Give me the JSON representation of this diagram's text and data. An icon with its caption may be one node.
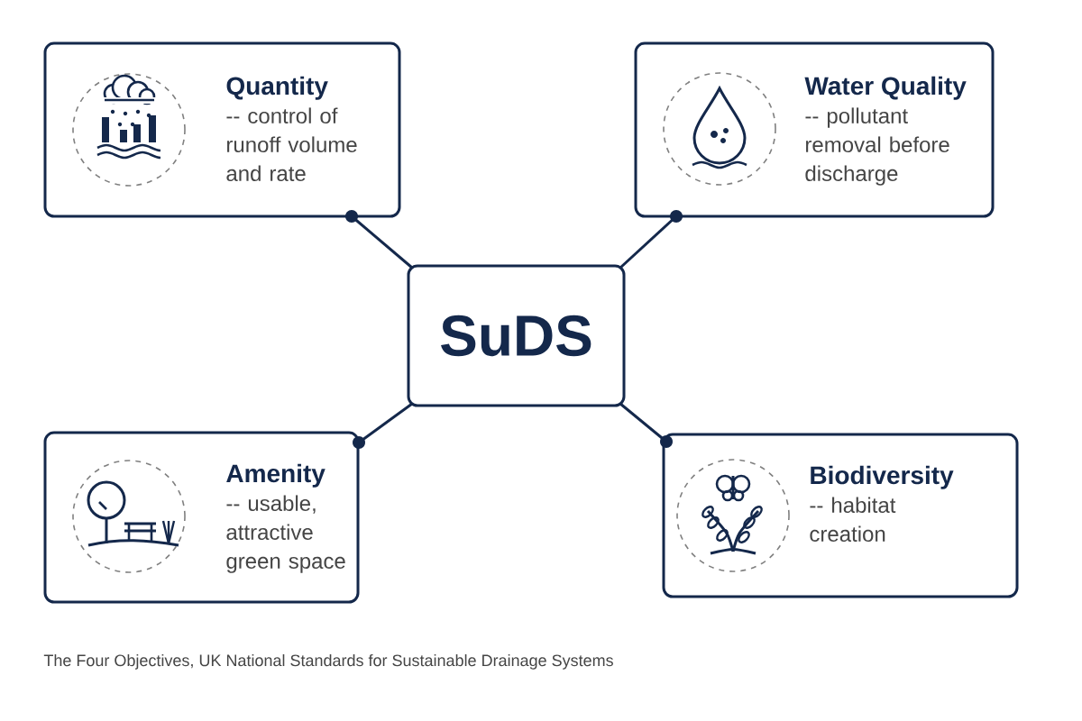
{
  "diagram": {
    "caption": "The Four Objectives, UK National Standards for Sustainable Drainage Systems",
    "nodes": [
      {
        "text": [
          "SuDS"
        ]
      },
      {
        "text": [
          "Quantity",
          "-- control of runoff volume and rate"
        ]
      },
      {
        "text": [
          "Water Quality",
          "-- pollutant removal before discharge"
        ]
      },
      {
        "text": [
          "Amenity",
          "-- usable, attractive green space"
        ]
      },
      {
        "text": [
          "Biodiversity",
          "-- habitat creation"
        ]
      }
    ],
    "edges": [
      {
        "from": 0,
        "to": 1,
        "arrow": "other"
      },
      {
        "from": 0,
        "to": 2,
        "arrow": "other"
      },
      {
        "from": 0,
        "to": 3,
        "arrow": "other"
      },
      {
        "from": 0,
        "to": 4,
        "arrow": "other"
      }
    ]
  }
}
